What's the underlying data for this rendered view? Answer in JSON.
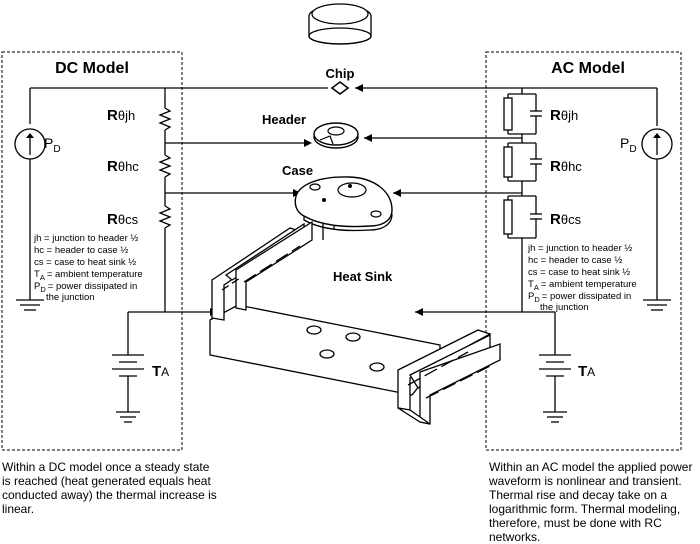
{
  "dc": {
    "title": "DC Model",
    "pd": "P",
    "pd_sub": "D",
    "r1_main": "R",
    "r1_sub": "θjh",
    "r2_main": "R",
    "r2_sub": "θhc",
    "r3_main": "R",
    "r3_sub": "θcs",
    "legend": [
      "jh = junction to header ½",
      "hc = header to case ½",
      "cs = case to heat sink ½",
      "T",
      "A",
      "= ambient temperature",
      "P",
      "D",
      "= power dissipated in",
      "the junction"
    ],
    "ta": "T",
    "ta_sub": "A",
    "caption": "Within a DC model once a steady state is reached (heat generated equals heat conducted away) the thermal increase is linear."
  },
  "ac": {
    "title": "AC Model",
    "pd": "P",
    "pd_sub": "D",
    "r1_main": "R",
    "r1_sub": "θjh",
    "r2_main": "R",
    "r2_sub": "θhc",
    "r3_main": "R",
    "r3_sub": "θcs",
    "legend": [
      "jh = junction to header ½",
      "hc = header to case ½",
      "cs = case to heat sink ½",
      "T",
      "A",
      "= ambient temperature",
      "P",
      "D",
      "= power dissipated in",
      "the junction"
    ],
    "ta": "T",
    "ta_sub": "A",
    "caption": "Within an AC model the applied power waveform is nonlinear and transient.  Thermal rise and decay take on a logarithmic form.  Thermal modeling, therefore, must be done with RC networks."
  },
  "parts": {
    "chip": "Chip",
    "header": "Header",
    "case": "Case",
    "heat_sink": "Heat Sink"
  }
}
